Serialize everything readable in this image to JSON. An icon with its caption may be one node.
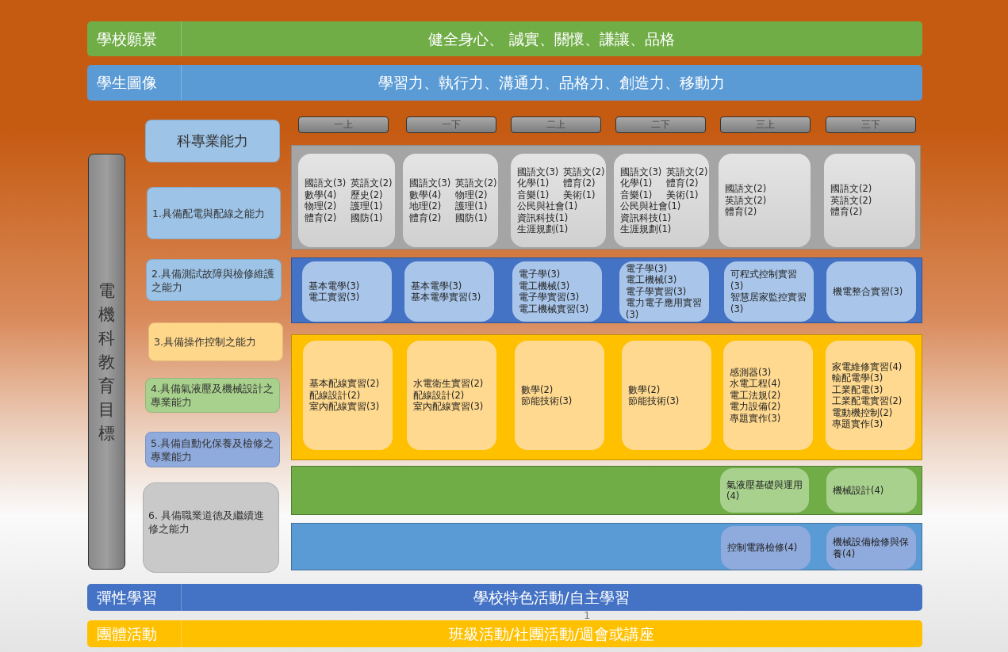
{
  "diagram": {
    "nodes": [
      {
        "text": [
          "學校願景",
          "健全身心、 誠實、關懷、謙讓、品格"
        ]
      },
      {
        "text": [
          "學生圖像",
          "學習力、執行力、溝通力、品格力、創造力、移動力"
        ]
      },
      {
        "text": [
          "電機科教育目標"
        ]
      },
      {
        "text": [
          "科專業能力"
        ]
      },
      {
        "text": [
          "1.具備配電與配線之能力"
        ]
      },
      {
        "text": [
          "2.具備測試故障與檢修維護之能力"
        ]
      },
      {
        "text": [
          "3.具備操作控制之能力"
        ]
      },
      {
        "text": [
          "4.具備氣液壓及機械設計之專業能力"
        ]
      },
      {
        "text": [
          "5.具備自動化保養及檢修之專業能力"
        ]
      },
      {
        "text": [
          "6. 具備職業道德及繼續進修之能力"
        ]
      },
      {
        "text": [
          "一上"
        ]
      },
      {
        "text": [
          "一下"
        ]
      },
      {
        "text": [
          "二上"
        ]
      },
      {
        "text": [
          "二下"
        ]
      },
      {
        "text": [
          "三上"
        ]
      },
      {
        "text": [
          "三下"
        ]
      },
      {
        "text": [],
        "shape": "band"
      },
      {
        "text": [
          "國語文(3)",
          "英語文(2)",
          "數學(4)",
          "歷史(2)",
          "物理(2)",
          "護理(1)",
          "體育(2)",
          "國防(1)"
        ],
        "in": 16
      },
      {
        "text": [
          "國語文(3)",
          "英語文(2)",
          "數學(4)",
          "物理(2)",
          "地理(2)",
          "護理(1)",
          "體育(2)",
          "國防(1)"
        ],
        "in": 16
      },
      {
        "text": [
          "國語文(3)",
          "英語文(2)",
          "化學(1)",
          "體育(2)",
          "音樂(1)",
          "美術(1)",
          "公民與社會(1)",
          "資訊科技(1)",
          "生涯規劃(1)"
        ],
        "in": 16
      },
      {
        "text": [
          "國語文(3)",
          "英語文(2)",
          "化學(1)",
          "體育(2)",
          "音樂(1)",
          "美術(1)",
          "公民與社會(1)",
          "資訊科技(1)",
          "生涯規劃(1)"
        ],
        "in": 16
      },
      {
        "text": [
          "國語文(2)",
          "英語文(2)",
          "體育(2)"
        ],
        "in": 16
      },
      {
        "text": [
          "國語文(2)",
          "英語文(2)",
          "體育(2)"
        ],
        "in": 16
      },
      {
        "text": [],
        "shape": "band"
      },
      {
        "text": [
          "基本電學(3)",
          "電工實習(3)"
        ],
        "in": 23
      },
      {
        "text": [
          "基本電學(3)",
          "基本電學實習(3)"
        ],
        "in": 23
      },
      {
        "text": [
          "電子學(3)",
          "電工機械(3)",
          "電子學實習(3)",
          "電工機械實習(3)"
        ],
        "in": 23
      },
      {
        "text": [
          "電子學(3)",
          "電工機械(3)",
          "電子學實習(3)",
          "電力電子應用實習(3)"
        ],
        "in": 23
      },
      {
        "text": [
          "可程式控制實習(3)",
          "智慧居家監控實習(3)"
        ],
        "in": 23
      },
      {
        "text": [
          "機電整合實習(3)"
        ],
        "in": 23
      },
      {
        "text": [],
        "shape": "band"
      },
      {
        "text": [
          "基本配線實習(2)",
          "配線設計(2)",
          "室內配線實習(3)"
        ],
        "in": 30
      },
      {
        "text": [
          "水電衛生實習(2)",
          "配線設計(2)",
          "室內配線實習(3)"
        ],
        "in": 30
      },
      {
        "text": [
          "數學(2)",
          "節能技術(3)"
        ],
        "in": 30
      },
      {
        "text": [
          "數學(2)",
          "節能技術(3)"
        ],
        "in": 30
      },
      {
        "text": [
          "感測器(3)",
          "水電工程(4)",
          "電工法規(2)",
          "電力設備(2)",
          "專題實作(3)"
        ],
        "in": 30
      },
      {
        "text": [
          "家電維修實習(4)",
          "輸配電學(3)",
          "工業配電(3)",
          "工業配電實習(2)",
          "電動機控制(2)",
          "專題實作(3)"
        ],
        "in": 30
      },
      {
        "text": [],
        "shape": "band"
      },
      {
        "text": [
          "氣液壓基礎與運用(4)"
        ],
        "in": 37
      },
      {
        "text": [
          "機械設計(4)"
        ],
        "in": 37
      },
      {
        "text": [],
        "shape": "band"
      },
      {
        "text": [
          "控制電路檢修(4)"
        ],
        "in": 40
      },
      {
        "text": [
          "機械設備檢修與保養(4)"
        ],
        "in": 40
      },
      {
        "text": [
          "彈性學習",
          "學校特色活動/自主學習"
        ]
      },
      {
        "text": [
          "團體活動",
          "班級活動/社團活動/週會或講座"
        ]
      }
    ],
    "labels": [
      "1"
    ]
  }
}
